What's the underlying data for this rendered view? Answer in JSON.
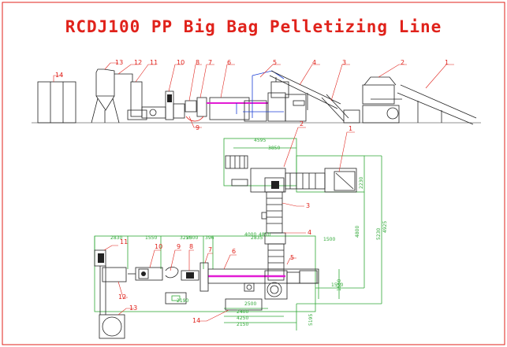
{
  "title": "RCDJ100 PP Big Bag Pelletizing Line",
  "elevation_labels": [
    "14",
    "13",
    "12",
    "11",
    "10",
    "8",
    "7",
    "6",
    "9",
    "5",
    "4",
    "3",
    "2",
    "1"
  ],
  "plan_labels": [
    "1",
    "2",
    "3",
    "4",
    "5",
    "6",
    "7",
    "8",
    "9",
    "10",
    "11",
    "12",
    "13",
    "14"
  ],
  "dimensions": [
    "4595",
    "3850",
    "2230",
    "5230",
    "4925",
    "4850",
    "2830",
    "1550",
    "3250",
    "396",
    "2835",
    "2400",
    "4250",
    "2150",
    "1500",
    "1550",
    "2500",
    "5195",
    "4800",
    "2190",
    "1550",
    "2500",
    "4000"
  ],
  "colors": {
    "title": "#e0221b",
    "frame": "#e0221b",
    "dimension": "#2fa836",
    "machine": "#222222",
    "vacuum": "#1b3fd6",
    "barrel": "#e21bd4"
  }
}
